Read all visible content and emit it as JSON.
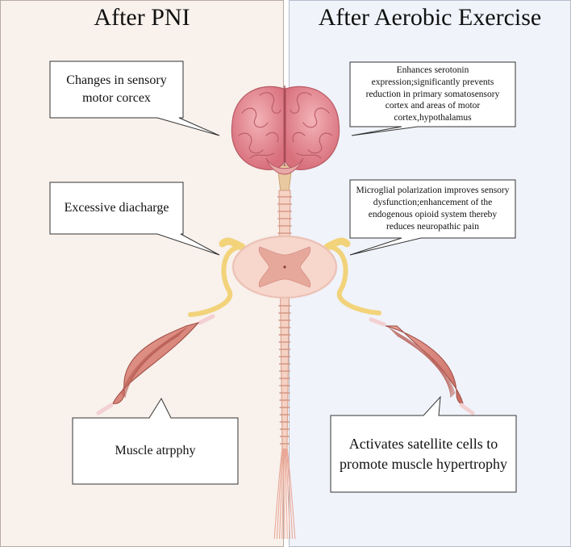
{
  "panels": {
    "left": {
      "title": "After PNI",
      "bg": "#f8f1ec"
    },
    "right": {
      "title": "After Aerobic Exercise",
      "bg": "#f0f3fa"
    }
  },
  "callouts": {
    "sensory": "Changes in sensory motor corcex",
    "discharge": "Excessive diacharge",
    "atrophy": "Muscle atrpphy",
    "serotonin": "Enhances serotonin expression;significantly prevents reduction in primary somatosensory cortex and areas of motor cortex,hypothalamus",
    "microglia": "Microglial polarization improves sensory dysfunction;enhancement of the endogenous opioid system thereby reduces neuropathic pain",
    "satellite": "Activates satellite cells to promote muscle hypertrophy"
  },
  "illustration": {
    "brain": "brain-icon",
    "spinal_cord": "spinal-cord-icon",
    "spinal_section": "spinal-cross-section-icon",
    "nerve_roots": "nerve-root-icon",
    "muscle": "muscle-icon"
  },
  "colors": {
    "brain": "#e48f98",
    "brain_shadow": "#c8646e",
    "cord": "#f6d2c4",
    "section": "#f7d6cc",
    "gray_matter": "#e7a89c",
    "nerve": "#f2d37a",
    "muscle": "#d98479"
  }
}
